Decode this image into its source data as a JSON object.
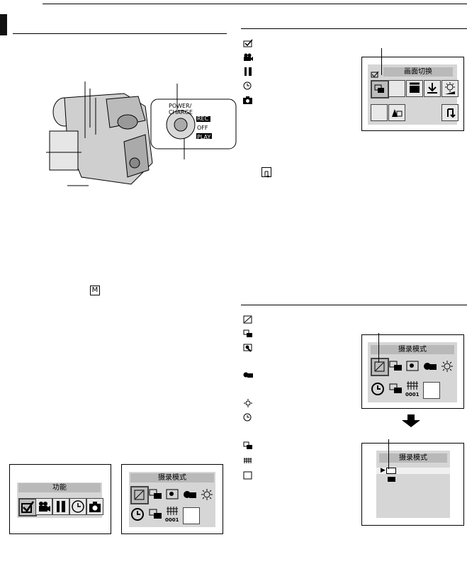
{
  "page": {
    "mode_marker": "M"
  },
  "lcd_function": {
    "title": "功能"
  },
  "lcd_shooting_mode_a": {
    "title": "摄录模式",
    "counter_text": "0001"
  },
  "lcd_screen_switch": {
    "title": "画面切换"
  },
  "lcd_shooting_mode_b": {
    "title": "摄录模式",
    "counter_text": "0001"
  },
  "lcd_shooting_mode_c": {
    "title": "摄录模式"
  },
  "camera": {
    "power_label": "POWER/",
    "charge_label": "CHARGE",
    "rec": "REC",
    "off": "OFF",
    "play": "PLAY"
  },
  "colors": {
    "lcd_bg": "#d6d6d6",
    "lcd_title_bg": "#b9b9b9",
    "ink": "#000000"
  },
  "icons": {
    "menu_list_1": [
      "check-box-icon",
      "movie-camera-icon",
      "tools-icon",
      "clock-icon",
      "camera-icon"
    ],
    "menu_list_2": [
      "blank-box-icon",
      "dual-frame-icon",
      "zoom-frame-icon",
      "tape-icon",
      "brightness-icon",
      "clock-icon",
      "dual-frame-icon",
      "grid-icon",
      "blank-box-icon"
    ]
  }
}
